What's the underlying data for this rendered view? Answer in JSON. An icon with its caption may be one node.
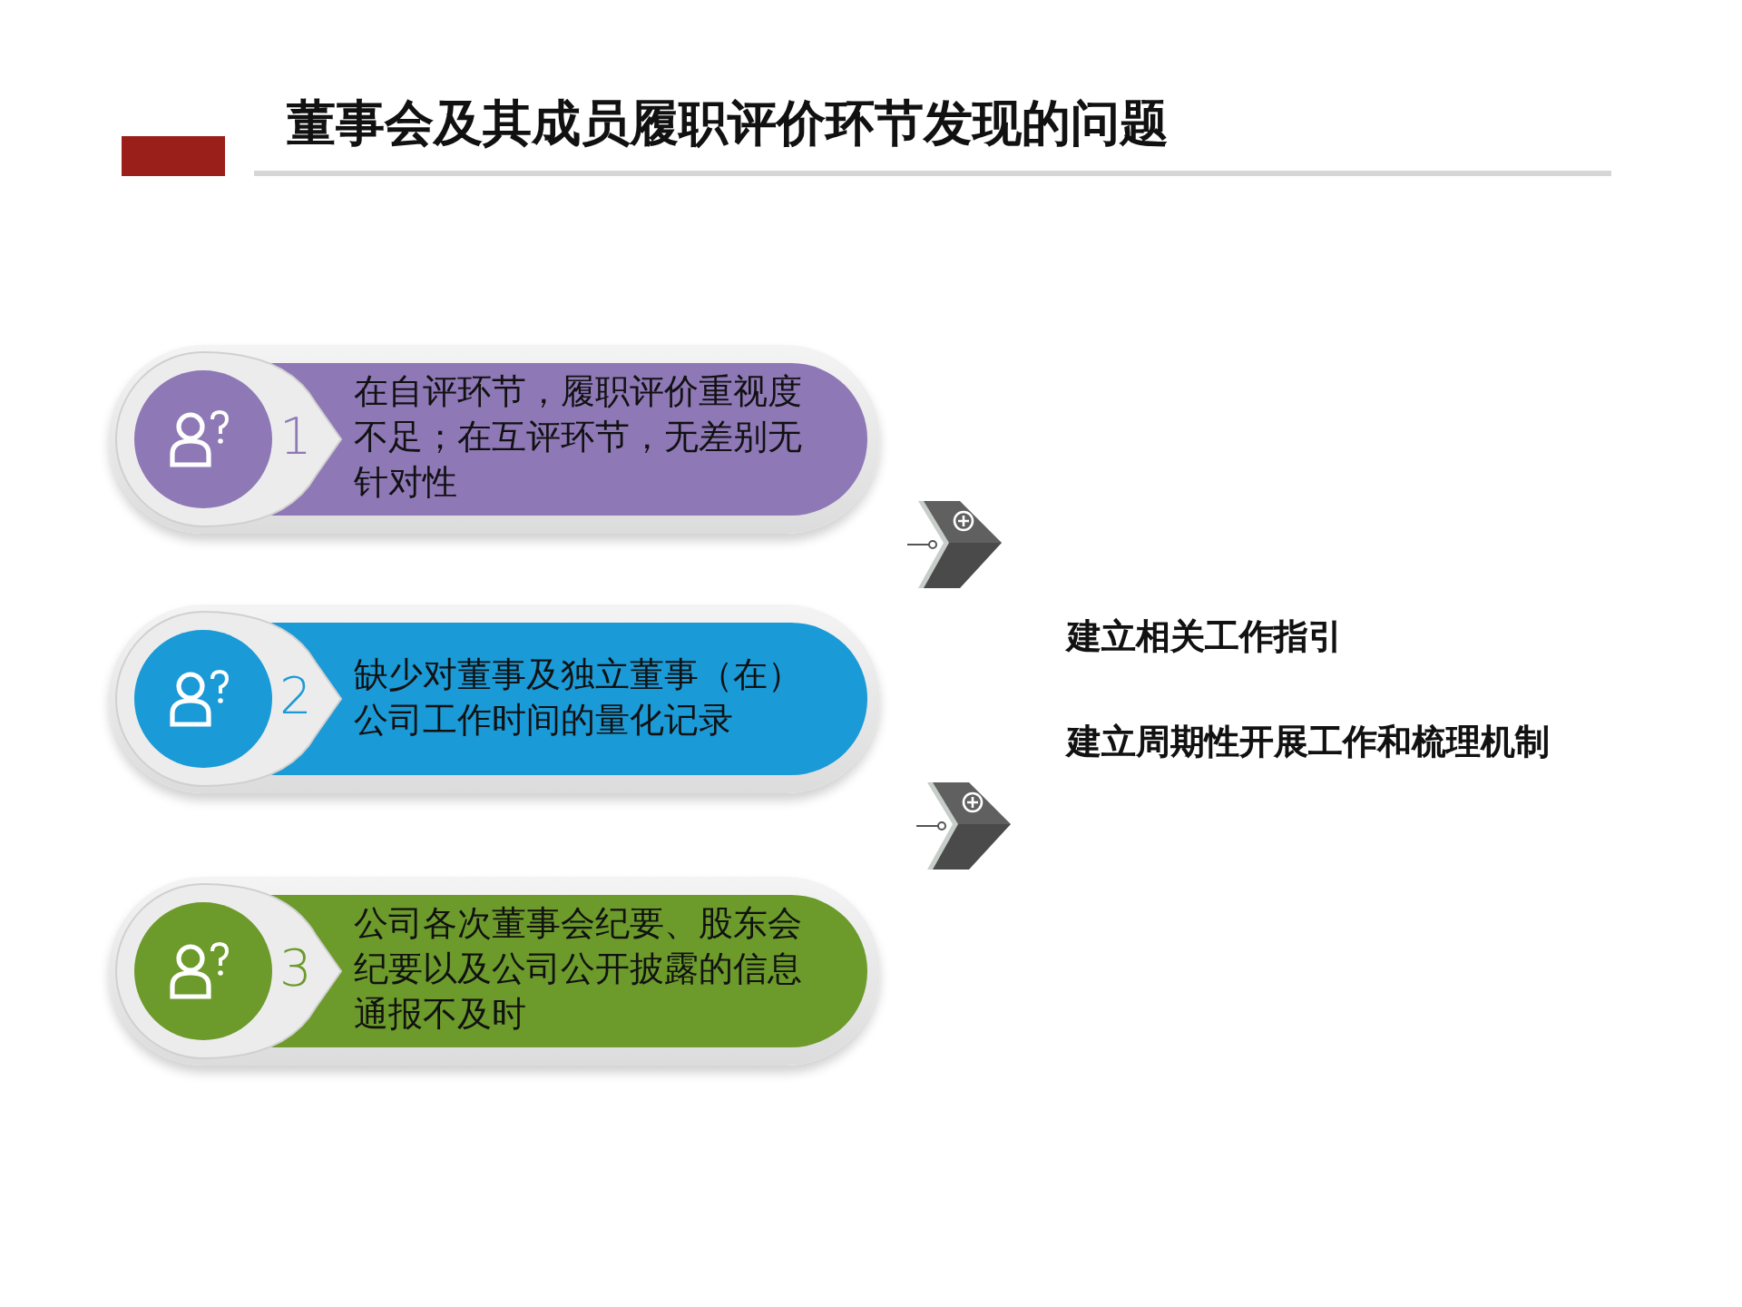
{
  "diagram": {
    "title": "董事会及其成员履职评价环节发现的问题",
    "nodes": [
      {
        "text": [
          "1",
          "在自评环节，履职评价重视度不足；在互评环节，无差别无针对性"
        ]
      },
      {
        "text": [
          "2",
          "缺少对董事及独立董事（在）公司工作时间的量化记录"
        ]
      },
      {
        "text": [
          "3",
          "公司各次董事会纪要、股东会纪要以及公司公开披露的信息通报不及时"
        ]
      }
    ],
    "labels": [
      "建立相关工作指引",
      "建立周期性开展工作和梳理机制"
    ]
  }
}
